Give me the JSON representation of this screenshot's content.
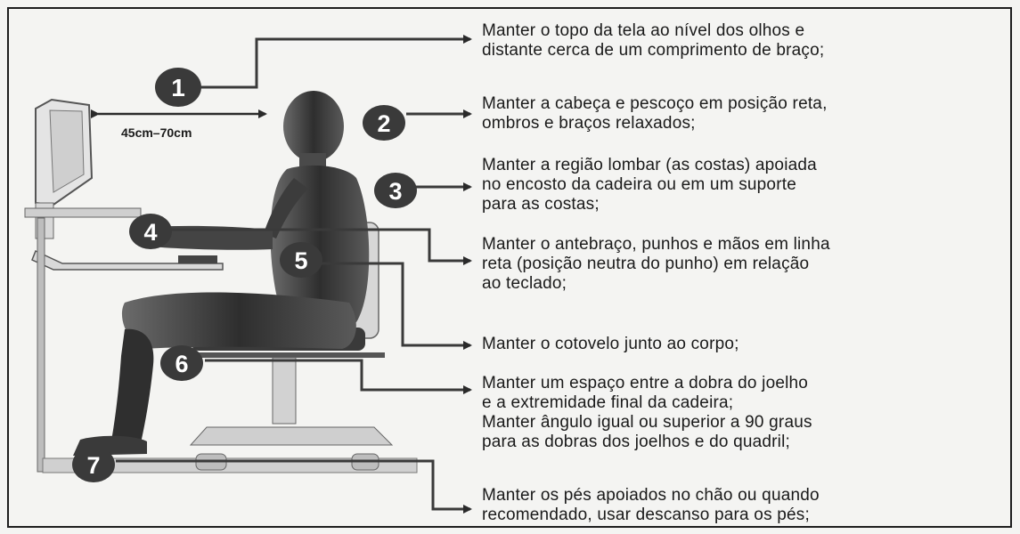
{
  "distance_label": "45cm–70cm",
  "items": [
    {
      "number": "1",
      "lines": [
        "Manter o topo da tela ao nível dos olhos e",
        "distante cerca de um comprimento de braço;"
      ]
    },
    {
      "number": "2",
      "lines": [
        "Manter a cabeça e pescoço em posição reta,",
        "ombros e braços relaxados;"
      ]
    },
    {
      "number": "3",
      "lines": [
        "Manter a região lombar (as costas) apoiada",
        "no encosto da cadeira ou em um suporte",
        "para as costas;"
      ]
    },
    {
      "number": "4",
      "lines": [
        "Manter o antebraço, punhos e mãos em linha",
        "reta (posição neutra do punho) em relação",
        "ao teclado;"
      ]
    },
    {
      "number": "5",
      "lines": [
        "Manter o cotovelo junto ao corpo;"
      ]
    },
    {
      "number": "6",
      "lines": [
        "Manter um espaço entre a dobra do joelho",
        "e a extremidade final da cadeira;",
        "Manter ângulo igual ou superior a 90 graus",
        "para as dobras dos joelhos e do quadril;"
      ]
    },
    {
      "number": "7",
      "lines": [
        "Manter os pés apoiados no chão ou quando",
        "recomendado, usar descanso para os pés;"
      ]
    }
  ],
  "colors": {
    "badge": "#3a3a3a",
    "line": "#2a2a2a",
    "figure": "#2b2b2b"
  }
}
